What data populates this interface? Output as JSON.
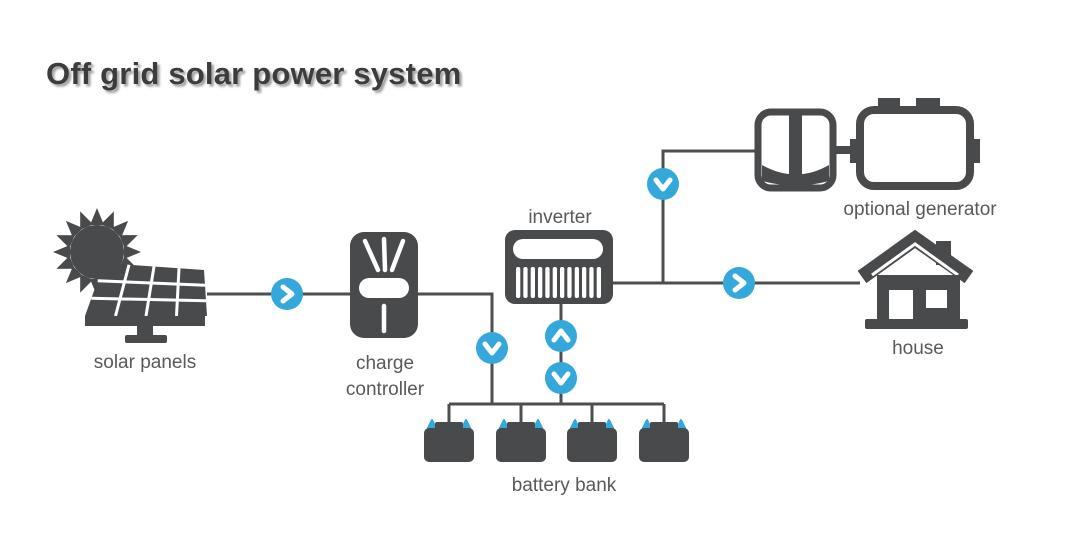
{
  "title": "Off grid solar power system",
  "labels": {
    "solar_panels": "solar panels",
    "charge_controller": "charge controller",
    "inverter": "inverter",
    "battery_bank": "battery bank",
    "house": "house",
    "optional_generator": "optional generator"
  },
  "battery_bank": {
    "battery_count": 4
  },
  "flows": [
    {
      "from": "solar panels",
      "to": "charge controller",
      "arrow": "right"
    },
    {
      "from": "charge controller",
      "to": "battery bank",
      "arrow": "down"
    },
    {
      "from": "battery bank",
      "to": "inverter",
      "arrow": "up"
    },
    {
      "from": "inverter",
      "to": "battery bank",
      "arrow": "down"
    },
    {
      "from": "optional generator",
      "to": "inverter wiring",
      "arrow": "down"
    },
    {
      "from": "inverter",
      "to": "house",
      "arrow": "right"
    }
  ],
  "colors": {
    "icon_gray": "#494a4c",
    "wire_gray": "#4d4e50",
    "accent_blue": "#35a8db",
    "label_gray": "#58595b",
    "title_gray": "#3c3c3c"
  }
}
